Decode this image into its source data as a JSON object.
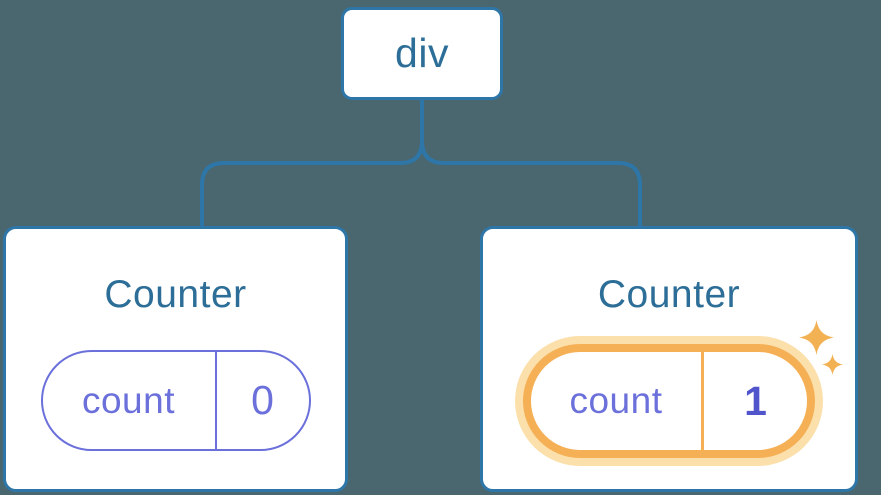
{
  "diagram": {
    "description": "Component tree: div root with two Counter children; second Counter state freshly updated",
    "root": {
      "label": "div"
    },
    "children": [
      {
        "title": "Counter",
        "state": {
          "key": "count",
          "value": "0"
        },
        "highlighted": false
      },
      {
        "title": "Counter",
        "state": {
          "key": "count",
          "value": "1"
        },
        "highlighted": true
      }
    ]
  },
  "icons": {
    "highlight_large": "sparkle-icon",
    "highlight_small": "sparkle-icon"
  },
  "colors": {
    "background": "#4A676F",
    "card_background": "#FFFFFF",
    "node_border_blue": "#2E76A8",
    "node_text_blue": "#2C6E97",
    "state_purple": "#6B70DB",
    "state_value_indigo": "#5055CC",
    "highlight_orange": "#F5B056",
    "highlight_glow": "#FCE0AC",
    "sparkle_orange": "#F2B254"
  }
}
